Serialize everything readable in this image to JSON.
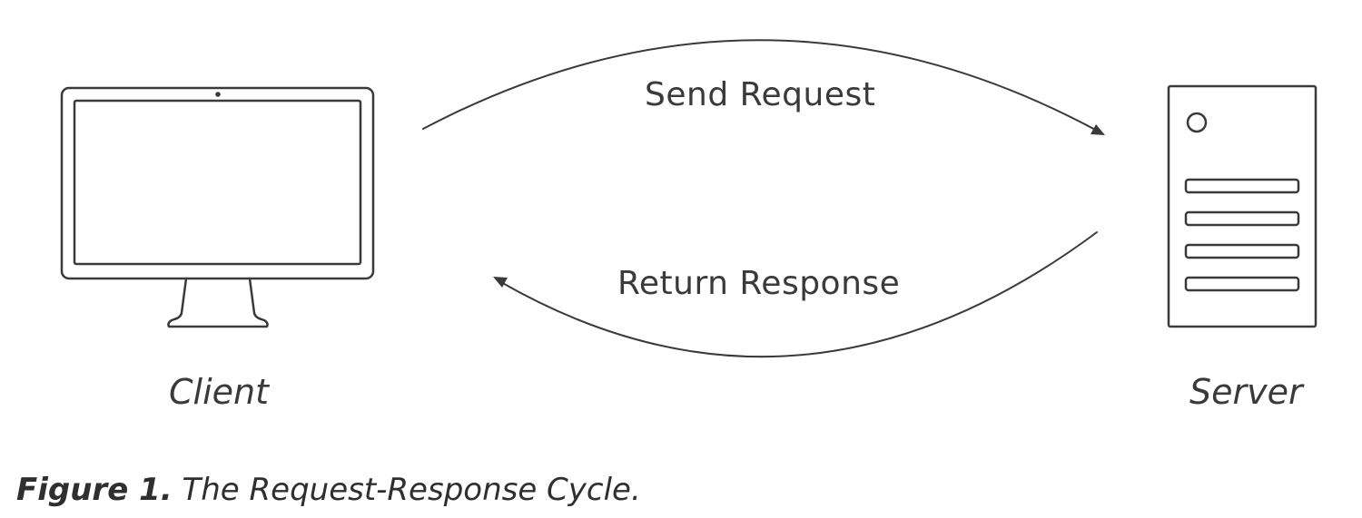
{
  "diagram": {
    "nodes": {
      "client": {
        "label": "Client",
        "icon": "monitor-icon"
      },
      "server": {
        "label": "Server",
        "icon": "server-tower-icon"
      }
    },
    "edges": {
      "request": {
        "from": "client",
        "to": "server",
        "label": "Send Request"
      },
      "response": {
        "from": "server",
        "to": "client",
        "label": "Return Response"
      }
    }
  },
  "caption": {
    "number": "Figure 1.",
    "text": "The Request-Response Cycle."
  },
  "colors": {
    "stroke": "#3a3a3a",
    "background": "#ffffff"
  }
}
